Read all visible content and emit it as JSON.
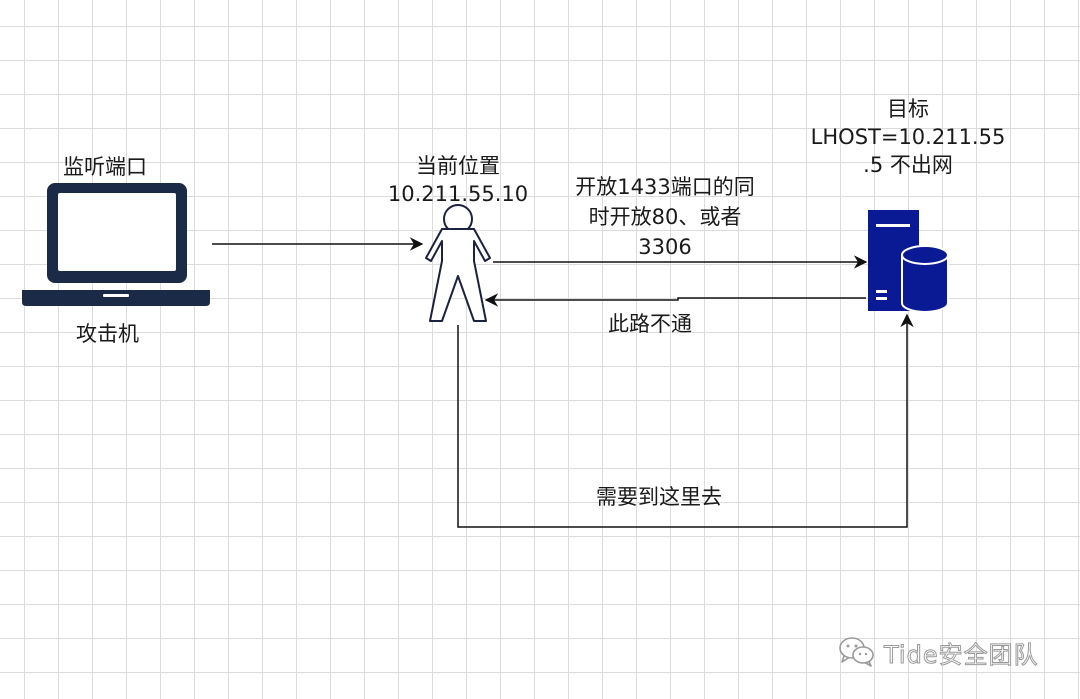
{
  "nodes": {
    "listen_port": "监听端口",
    "attacker": "攻击机",
    "current_position_title": "当前位置",
    "current_position_ip": "10.211.55.10",
    "target_line1": "目标",
    "target_line2": "LHOST=10.211.55",
    "target_line3": ".5 不出网"
  },
  "edges": {
    "open_ports_line1": "开放1433端口的同",
    "open_ports_line2": "时开放80、或者",
    "open_ports_line3": "3306",
    "blocked": "此路不通",
    "need_go_here": "需要到这里去"
  },
  "watermark": {
    "text": "Tide安全团队"
  },
  "colors": {
    "laptop": "#1b2a47",
    "server": "#0a1a94",
    "line": "#111111",
    "grid": "#dcdcdc"
  },
  "icons": {
    "attacker_machine": "laptop-icon",
    "current_host": "person-icon",
    "target_host": "server-database-icon",
    "watermark": "wechat-icon"
  }
}
